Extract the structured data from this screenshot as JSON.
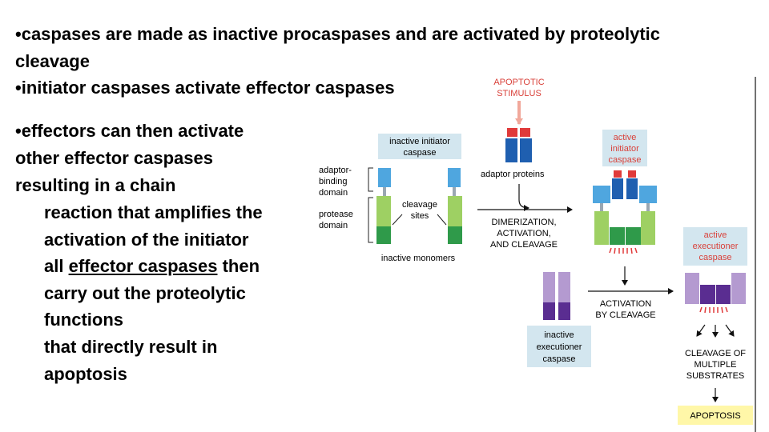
{
  "bullets": {
    "b1_line1": "•caspases are made as inactive procaspases and are activated by proteolytic",
    "b1_line2": "cleavage",
    "b2": "•initiator caspases activate effector caspases",
    "b3_line1": "•effectors can then activate",
    "b3_line2": "other effector caspases",
    "b3_line3": "resulting in a chain",
    "indent_line1": "reaction that amplifies the",
    "indent_line2": "activation of the initiator",
    "indent_line3_pre": "all ",
    "indent_line3_underlined": "effector caspases",
    "indent_line3_post": " then",
    "indent_line4": "carry out the proteolytic",
    "indent_line5": "functions",
    "indent_line6": "that directly result in",
    "indent_line7": "apoptosis"
  },
  "diagram": {
    "apoptotic_line1": "APOPTOTIC",
    "apoptotic_line2": "STIMULUS",
    "inactive_initiator_line1": "inactive initiator",
    "inactive_initiator_line2": "caspase",
    "adaptor_binding_line1": "adaptor-",
    "adaptor_binding_line2": "binding",
    "adaptor_binding_line3": "domain",
    "protease_line1": "protease",
    "protease_line2": "domain",
    "cleavage_sites_line1": "cleavage",
    "cleavage_sites_line2": "sites",
    "inactive_monomers": "inactive monomers",
    "adaptor_proteins": "adaptor proteins",
    "dimerization_line1": "DIMERIZATION,",
    "dimerization_line2": "ACTIVATION,",
    "dimerization_line3": "AND CLEAVAGE",
    "active_initiator_line1": "active",
    "active_initiator_line2": "initiator",
    "active_initiator_line3": "caspase",
    "active_executioner_line1": "active",
    "active_executioner_line2": "executioner",
    "active_executioner_line3": "caspase",
    "activation_cleavage_line1": "ACTIVATION",
    "activation_cleavage_line2": "BY CLEAVAGE",
    "inactive_executioner_line1": "inactive",
    "inactive_executioner_line2": "executioner",
    "inactive_executioner_line3": "caspase",
    "cleavage_multiple_line1": "CLEAVAGE OF",
    "cleavage_multiple_line2": "MULTIPLE",
    "cleavage_multiple_line3": "SUBSTRATES",
    "apoptosis": "APOPTOSIS"
  },
  "colors": {
    "label_box": "#d3e6ef",
    "apoptosis_box": "#fff7a8",
    "adaptor_blue": "#1f5fb0",
    "light_blue": "#4fa6df",
    "light_green": "#9ed063",
    "dark_green": "#2f9a4a",
    "light_purple": "#b49ad0",
    "dark_purple": "#5a2d91",
    "red": "#e03a3a",
    "stimulus_text": "#d9413a",
    "active_text": "#d9413a"
  }
}
